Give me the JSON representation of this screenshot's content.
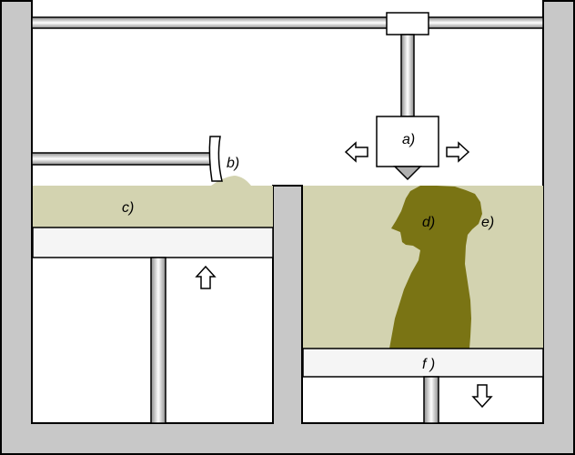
{
  "labels": {
    "a": "a)",
    "b": "b)",
    "c": "c)",
    "d": "d)",
    "e": "e)",
    "f": "f )"
  },
  "colors": {
    "wall": "#c8c8c8",
    "outline": "#000000",
    "powder": "#d3d3b0",
    "object": "#7a7414",
    "platform": "#f5f5f5",
    "rod_light": "#ffffff",
    "rod_dark": "#8c8c8c"
  },
  "icons": {
    "left_arrow": "arrow-left-icon",
    "right_arrow": "arrow-right-icon",
    "up_arrow": "arrow-up-icon",
    "down_arrow": "arrow-down-icon"
  }
}
